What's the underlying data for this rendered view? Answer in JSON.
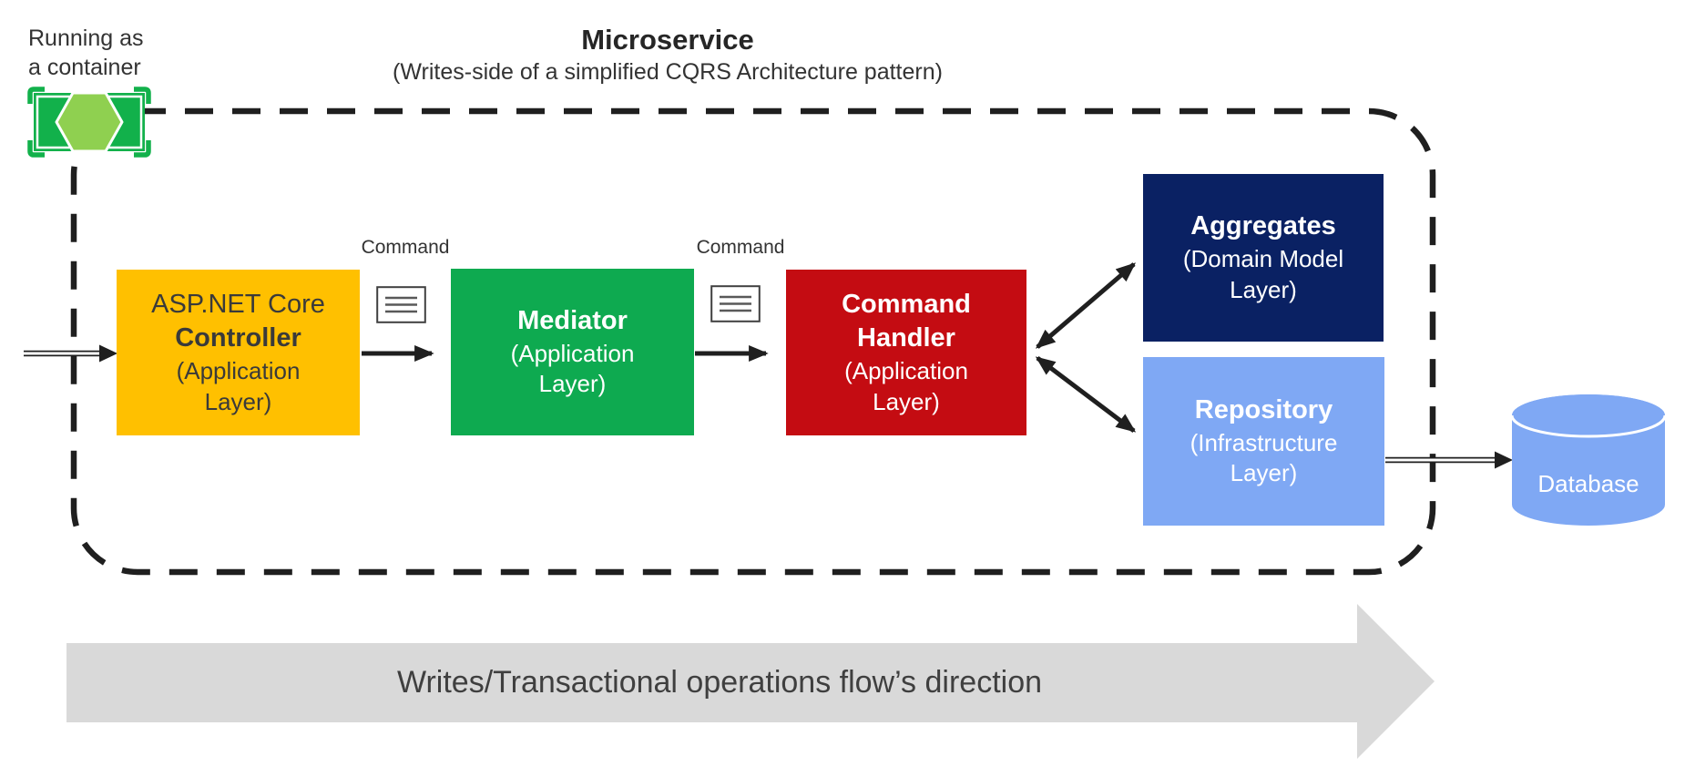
{
  "header": {
    "title": "Microservice",
    "subtitle": "(Writes-side of a simplified CQRS Architecture pattern)"
  },
  "container_badge": {
    "label_line1": "Running as",
    "label_line2": "a container"
  },
  "flow": {
    "command_label_1": "Command",
    "command_label_2": "Command"
  },
  "boxes": {
    "controller": {
      "prefix": "ASP.NET Core",
      "name": "Controller",
      "layer": "(Application Layer)",
      "color": "#FFC000",
      "text_color": "#3A3A3A"
    },
    "mediator": {
      "name": "Mediator",
      "layer": "(Application Layer)",
      "color": "#0EAA50"
    },
    "command_handler": {
      "name": "Command Handler",
      "layer": "(Application Layer)",
      "color": "#C40C12"
    },
    "aggregates": {
      "name": "Aggregates",
      "layer": "(Domain Model Layer)",
      "color": "#0A2163"
    },
    "repository": {
      "name": "Repository",
      "layer": "(Infrastructure Layer)",
      "color": "#7FA8F4"
    }
  },
  "database": {
    "label": "Database",
    "color": "#7FA8F4"
  },
  "bottom_arrow": {
    "label": "Writes/Transactional operations flow’s direction",
    "color": "#D9D9D9",
    "text_color": "#3F3F3F"
  },
  "icons": {
    "container": "container-icon",
    "command": "command-message-icon",
    "database": "database-cylinder-icon"
  },
  "colors": {
    "dashed_border": "#1F1F1F",
    "container_green": "#12B14B",
    "container_hexagon": "#8FD050",
    "arrow_black": "#1F1F1F"
  }
}
